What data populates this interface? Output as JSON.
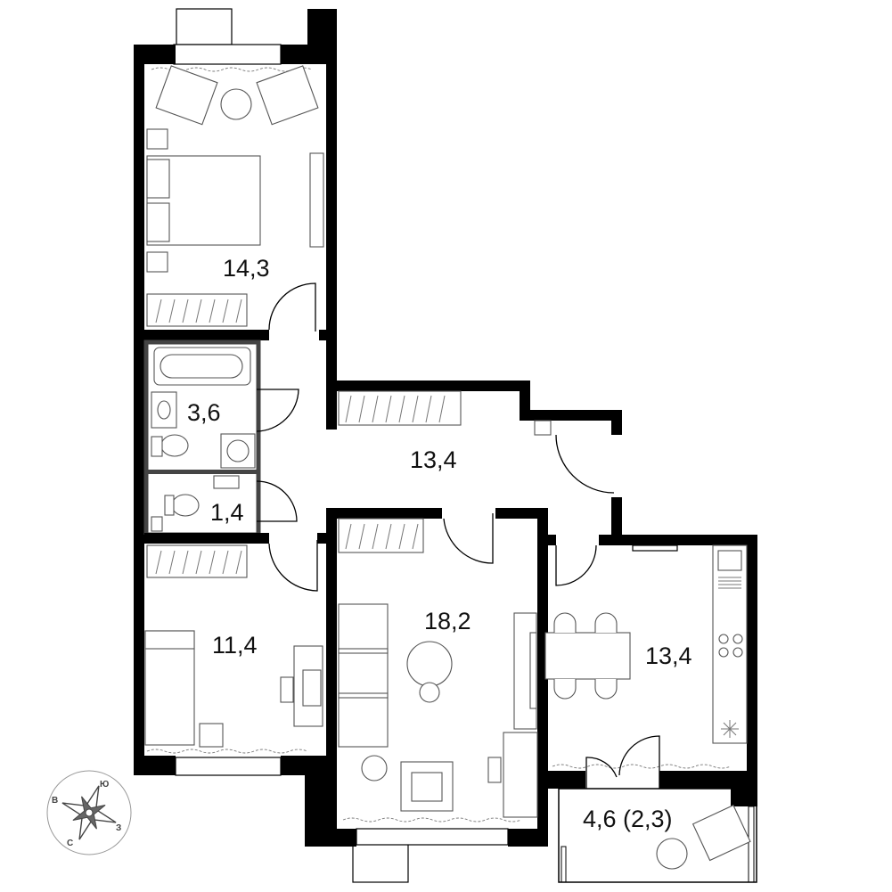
{
  "rooms": [
    {
      "id": "bedroom-large",
      "area": "14,3"
    },
    {
      "id": "bathroom",
      "area": "3,6"
    },
    {
      "id": "toilet",
      "area": "1,4"
    },
    {
      "id": "hall",
      "area": "13,4"
    },
    {
      "id": "bedroom-small",
      "area": "11,4"
    },
    {
      "id": "living-room",
      "area": "18,2"
    },
    {
      "id": "kitchen",
      "area": "13,4"
    },
    {
      "id": "loggia",
      "area": "4,6 (2,3)"
    }
  ],
  "compass": {
    "n": "С",
    "s": "Ю",
    "e": "В",
    "w": "З"
  }
}
